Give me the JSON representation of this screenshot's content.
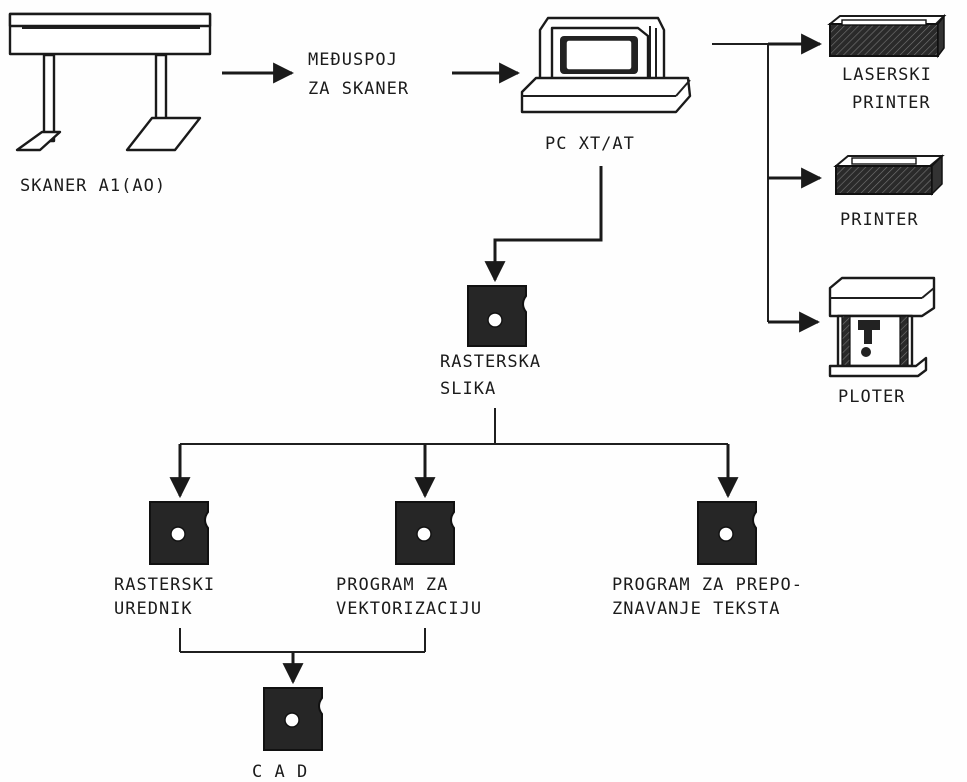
{
  "labels": {
    "scanner": "SKANER A1(AO)",
    "interface_line1": "MEĐUSPOJ",
    "interface_line2": "ZA SKANER",
    "pc": "PC XT/AT",
    "laser_line1": "LASERSKI",
    "laser_line2": "PRINTER",
    "printer": "PRINTER",
    "plotter": "PLOTER",
    "raster_line1": "RASTERSKA",
    "raster_line2": "SLIKA",
    "editor_line1": "RASTERSKI",
    "editor_line2": "UREDNIK",
    "vector_line1": "PROGRAM ZA",
    "vector_line2": "VEKTORIZACIJU",
    "ocr_line1": "PROGRAM ZA PREPO-",
    "ocr_line2": "ZNAVANJE TEKSTA",
    "cad": "C A D"
  }
}
